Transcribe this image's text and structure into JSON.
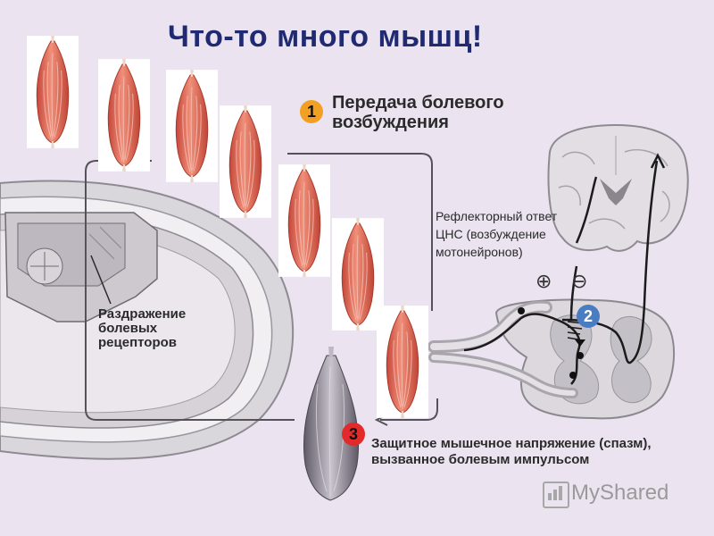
{
  "title": "Что-то много мышц!",
  "step1": {
    "badge": "1",
    "label": "Передача болевого возбуждения"
  },
  "reflex": {
    "label": "Рефлекторный ответ ЦНС (возбуждение мотонейронов)"
  },
  "signs": {
    "plus": "⊕",
    "minus": "⊖"
  },
  "step2": {
    "badge": "2"
  },
  "irritation": {
    "label": "Раздражение болевых рецепторов"
  },
  "step3": {
    "badge": "3",
    "label": "Защитное мышечное напряжение (спазм), вызванное болевым импульсом"
  },
  "watermark": {
    "text": "MyShared"
  },
  "colors": {
    "background": "#ebe3ef",
    "title": "#1f2a73",
    "muscle": "#e0705c",
    "muscle_spasm": "#8a8490",
    "badge1": "#f2a023",
    "badge2": "#4a7cc2",
    "badge3": "#e22a2a"
  }
}
